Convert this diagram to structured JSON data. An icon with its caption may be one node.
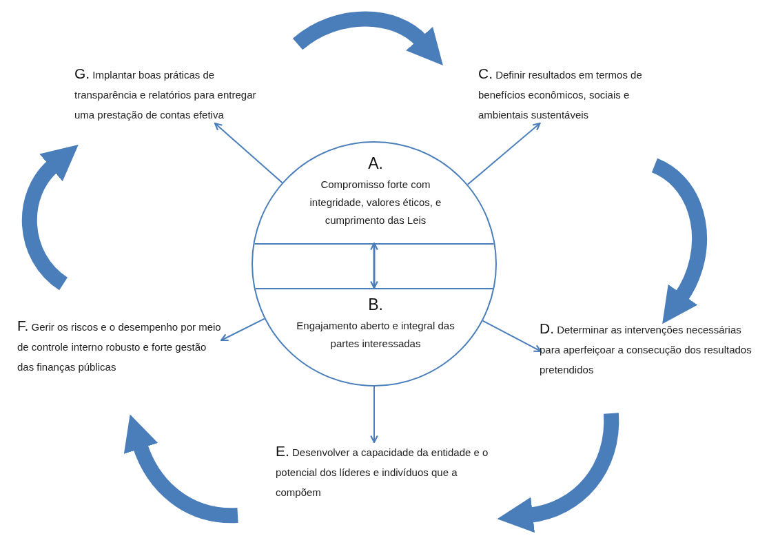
{
  "diagram": {
    "nodes": [
      {
        "text": [],
        "shape": "circle"
      },
      {
        "text": [
          "A.",
          "Compromisso forte com integridade, valores éticos, e cumprimento das Leis"
        ],
        "in": 0
      },
      {
        "text": [
          "B.",
          "Engajamento aberto e integral das partes interessadas"
        ],
        "in": 0
      },
      {
        "text": [
          "G.",
          "Implantar boas práticas de transparência e relatórios para entregar uma prestação de contas efetiva"
        ]
      },
      {
        "text": [
          "C.",
          "Definir resultados em termos de benefícios econômicos, sociais e ambientais sustentáveis"
        ]
      },
      {
        "text": [
          "F.",
          "Gerir os riscos e o desempenho por meio de controle interno robusto e forte gestão das finanças públicas"
        ]
      },
      {
        "text": [
          "D.",
          "Determinar as intervenções necessárias para aperfeiçoar a consecução dos resultados pretendidos"
        ]
      },
      {
        "text": [
          "E.",
          "Desenvolver a capacidade da entidade e o potencial dos líderes e indivíduos que a compõem"
        ]
      }
    ],
    "edges": [
      {
        "from": 1,
        "to": 2,
        "arrow": "both"
      },
      {
        "from": 1,
        "to": 3,
        "arrow": "to"
      },
      {
        "from": 1,
        "to": 4,
        "arrow": "to"
      },
      {
        "from": 2,
        "to": 5,
        "arrow": "to"
      },
      {
        "from": 2,
        "to": 6,
        "arrow": "to"
      },
      {
        "from": 2,
        "to": 7,
        "arrow": "to"
      },
      {
        "from": 3,
        "to": 4,
        "arrow": "to",
        "style": "thick"
      },
      {
        "from": 4,
        "to": 6,
        "arrow": "to",
        "style": "thick"
      },
      {
        "from": 6,
        "to": 7,
        "arrow": "to",
        "style": "thick"
      },
      {
        "from": 7,
        "to": 5,
        "arrow": "to",
        "style": "thick"
      },
      {
        "from": 5,
        "to": 3,
        "arrow": "to",
        "style": "thick"
      }
    ]
  }
}
